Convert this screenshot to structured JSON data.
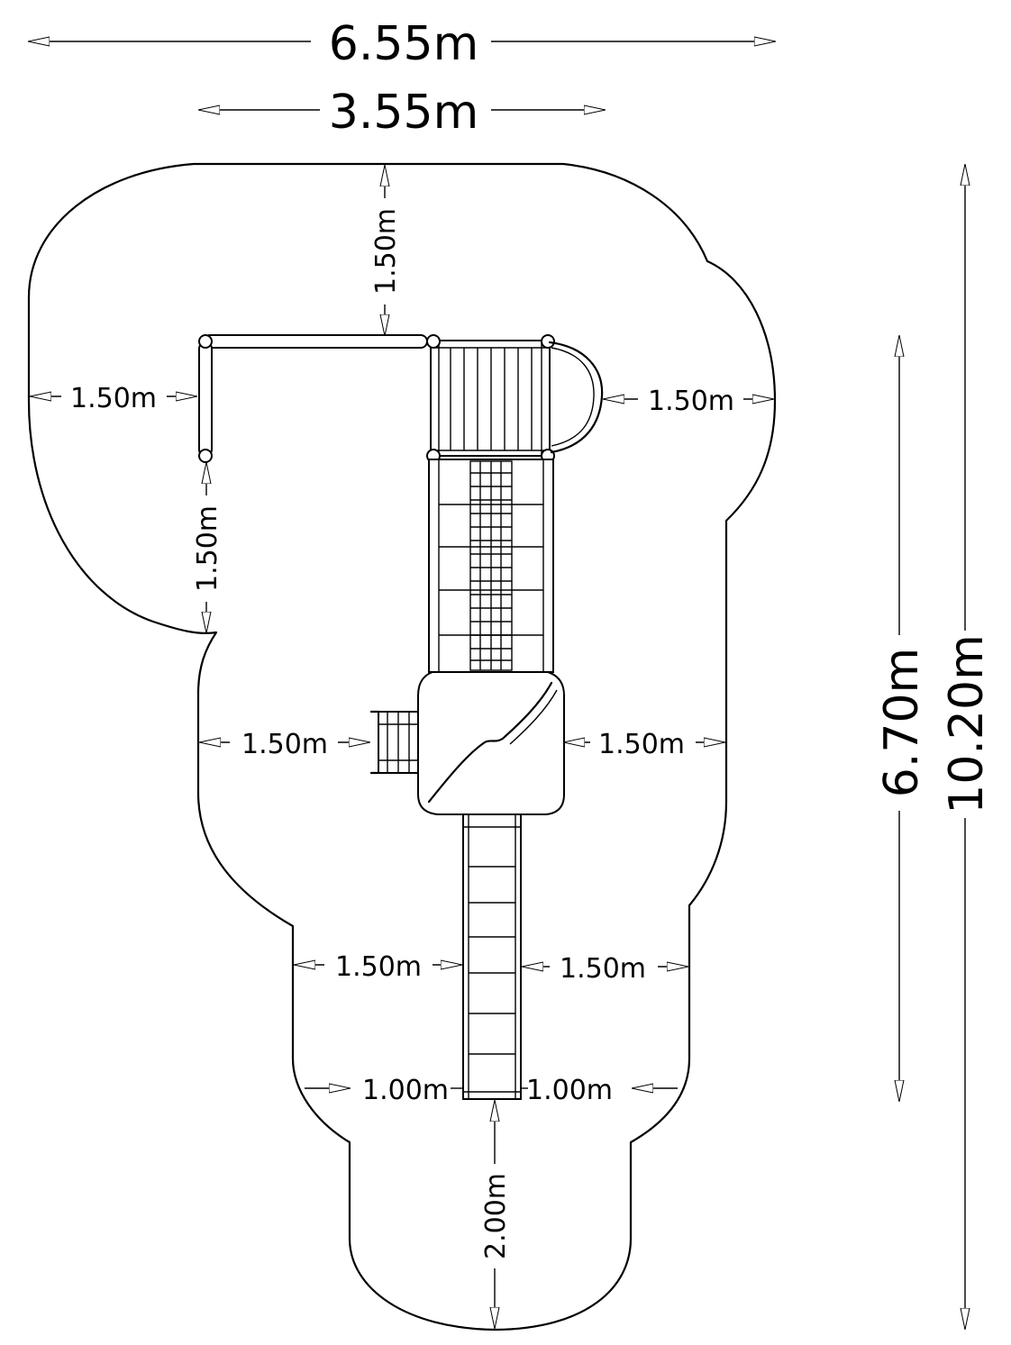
{
  "dimensions": {
    "overall_width": "6.55m",
    "structure_width": "3.55m",
    "structure_length": "6.70m",
    "overall_length": "10.20m",
    "clearance_top": "1.50m",
    "clearance_left_upper": "1.50m",
    "clearance_right_upper": "1.50m",
    "clearance_left_bar_down": "1.50m",
    "clearance_left_middle": "1.50m",
    "clearance_right_middle": "1.50m",
    "clearance_left_slide": "1.50m",
    "clearance_right_slide": "1.50m",
    "exit_left": "1.00m",
    "exit_right": "1.00m",
    "slide_runout": "2.00m"
  }
}
